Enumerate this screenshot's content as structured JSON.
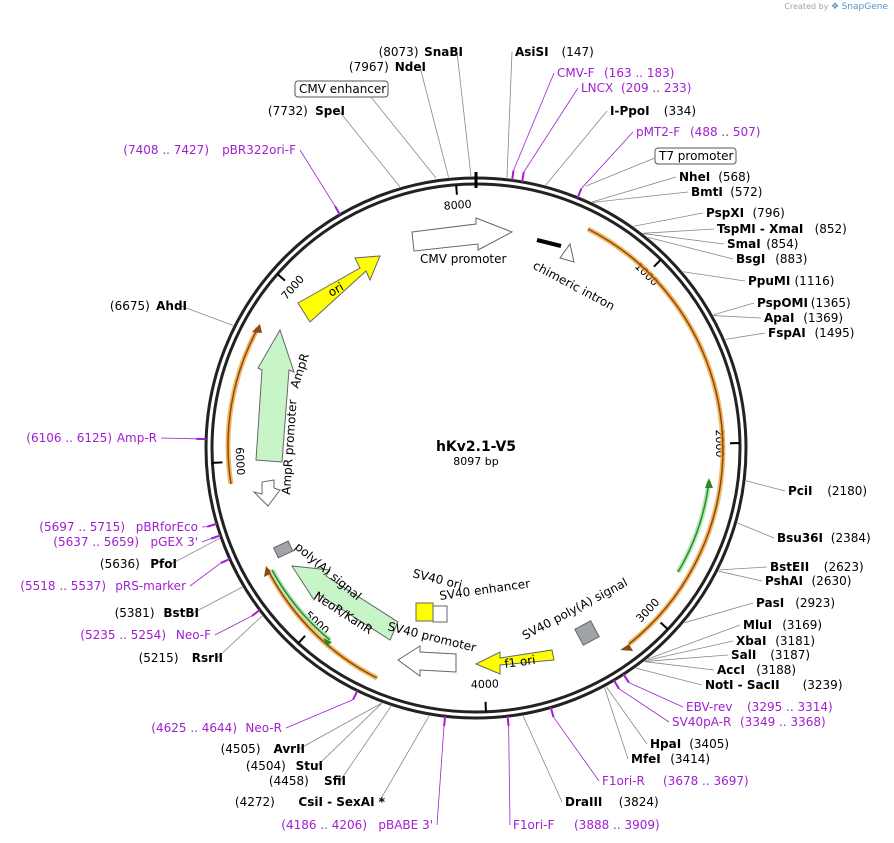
{
  "credit": {
    "prefix": "Created by",
    "brand": "SnapGene"
  },
  "plasmid": {
    "name": "hKv2.1-V5",
    "length": "8097 bp",
    "bp": 8097
  },
  "ticks": [
    {
      "bp": 1000,
      "label": "1000"
    },
    {
      "bp": 2000,
      "label": "2000"
    },
    {
      "bp": 3000,
      "label": "3000"
    },
    {
      "bp": 4000,
      "label": "4000"
    },
    {
      "bp": 5000,
      "label": "5000"
    },
    {
      "bp": 6000,
      "label": "6000"
    },
    {
      "bp": 7000,
      "label": "7000"
    },
    {
      "bp": 8000,
      "label": "8000"
    }
  ],
  "enzymes_right": [
    {
      "name": "AsiSI",
      "pos": "(147)",
      "bp": 147
    },
    {
      "name": "I-PpoI",
      "pos": "(334)",
      "bp": 334
    },
    {
      "name": "NheI",
      "pos": "(568)",
      "bp": 568
    },
    {
      "name": "BmtI",
      "pos": "(572)",
      "bp": 572
    },
    {
      "name": "PspXI",
      "pos": "(796)",
      "bp": 796
    },
    {
      "name": "TspMI - XmaI",
      "pos": "(852)",
      "bp": 852
    },
    {
      "name": "SmaI",
      "pos": "(854)",
      "bp": 854
    },
    {
      "name": "BsgI",
      "pos": "(883)",
      "bp": 883
    },
    {
      "name": "PpuMI",
      "pos": "(1116)",
      "bp": 1116
    },
    {
      "name": "PspOMI",
      "pos": "(1365)",
      "bp": 1365
    },
    {
      "name": "ApaI",
      "pos": "(1369)",
      "bp": 1369
    },
    {
      "name": "FspAI",
      "pos": "(1495)",
      "bp": 1495
    },
    {
      "name": "PciI",
      "pos": "(2180)",
      "bp": 2180
    },
    {
      "name": "Bsu36I",
      "pos": "(2384)",
      "bp": 2384
    },
    {
      "name": "BstEII",
      "pos": "(2623)",
      "bp": 2623
    },
    {
      "name": "PshAI",
      "pos": "(2630)",
      "bp": 2630
    },
    {
      "name": "PasI",
      "pos": "(2923)",
      "bp": 2923
    },
    {
      "name": "MluI",
      "pos": "(3169)",
      "bp": 3169
    },
    {
      "name": "XbaI",
      "pos": "(3181)",
      "bp": 3181
    },
    {
      "name": "SalI",
      "pos": "(3187)",
      "bp": 3187
    },
    {
      "name": "AccI",
      "pos": "(3188)",
      "bp": 3188
    },
    {
      "name": "NotI - SacII",
      "pos": "(3239)",
      "bp": 3239
    },
    {
      "name": "HpaI",
      "pos": "(3405)",
      "bp": 3405
    },
    {
      "name": "MfeI",
      "pos": "(3414)",
      "bp": 3414
    },
    {
      "name": "DraIII",
      "pos": "(3824)",
      "bp": 3824
    }
  ],
  "enzymes_left": [
    {
      "name": "SnaBI",
      "pos": "(8073)",
      "bp": 8073
    },
    {
      "name": "NdeI",
      "pos": "(7967)",
      "bp": 7967
    },
    {
      "name": "SpeI",
      "pos": "(7732)",
      "bp": 7732
    },
    {
      "name": "AhdI",
      "pos": "(6675)",
      "bp": 6675
    },
    {
      "name": "PfoI",
      "pos": "(5636)",
      "bp": 5636
    },
    {
      "name": "BstBI",
      "pos": "(5381)",
      "bp": 5381
    },
    {
      "name": "RsrII",
      "pos": "(5215)",
      "bp": 5215
    },
    {
      "name": "AvrII",
      "pos": "(4505)",
      "bp": 4505
    },
    {
      "name": "StuI",
      "pos": "(4504)",
      "bp": 4504
    },
    {
      "name": "SfiI",
      "pos": "(4458)",
      "bp": 4458
    },
    {
      "name": "CsiI - SexAI *",
      "pos": "(4272)",
      "bp": 4272
    }
  ],
  "primers": [
    {
      "name": "CMV-F",
      "range": "(163 .. 183)",
      "bp": 173
    },
    {
      "name": "LNCX",
      "range": "(209 .. 233)",
      "bp": 221
    },
    {
      "name": "pMT2-F",
      "range": "(488 .. 507)",
      "bp": 497
    },
    {
      "name": "EBV-rev",
      "range": "(3295 .. 3314)",
      "bp": 3304
    },
    {
      "name": "SV40pA-R",
      "range": "(3349 .. 3368)",
      "bp": 3358
    },
    {
      "name": "F1ori-R",
      "range": "(3678 .. 3697)",
      "bp": 3687
    },
    {
      "name": "F1ori-F",
      "range": "(3888 .. 3909)",
      "bp": 3898
    },
    {
      "name": "pBABE 3'",
      "range": "(4186 .. 4206)",
      "bp": 4196
    },
    {
      "name": "Neo-R",
      "range": "(4625 .. 4644)",
      "bp": 4634
    },
    {
      "name": "Neo-F",
      "range": "(5235 .. 5254)",
      "bp": 5244
    },
    {
      "name": "pRS-marker",
      "range": "(5518 .. 5537)",
      "bp": 5527
    },
    {
      "name": "pGEX 3'",
      "range": "(5637 .. 5659)",
      "bp": 5648
    },
    {
      "name": "pBRforEco",
      "range": "(5697 .. 5715)",
      "bp": 5706
    },
    {
      "name": "Amp-R",
      "range": "(6106 .. 6125)",
      "bp": 6115
    },
    {
      "name": "pBR322ori-F",
      "range": "(7408 .. 7427)",
      "bp": 7417
    }
  ],
  "boxed_features": [
    {
      "name": "CMV enhancer"
    },
    {
      "name": "T7 promoter"
    }
  ],
  "features": [
    {
      "name": "CMV promoter"
    },
    {
      "name": "chimeric intron"
    },
    {
      "name": "SV40 poly(A) signal"
    },
    {
      "name": "f1 ori"
    },
    {
      "name": "SV40 ori"
    },
    {
      "name": "SV40 enhancer"
    },
    {
      "name": "SV40 promoter"
    },
    {
      "name": "NeoR/KanR"
    },
    {
      "name": "poly(A) signal"
    },
    {
      "name": "AmpR promoter"
    },
    {
      "name": "AmpR"
    },
    {
      "name": "ori"
    }
  ],
  "colors": {
    "purple": "#a020d0",
    "ori": "#ffff00",
    "green": "#c8f5c8",
    "orange": "#f0a030",
    "darkgreen": "#2a8a2a",
    "gray": "#a0a4aa"
  }
}
